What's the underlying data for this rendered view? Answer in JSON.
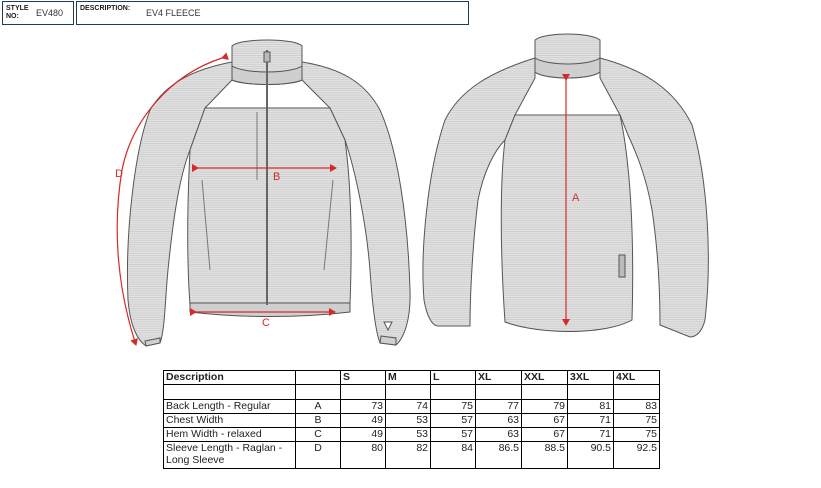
{
  "header": {
    "style_label": "STYLE NO:",
    "style_value": "EV480",
    "description_label": "DESCRIPTION:",
    "description_value": "EV4 FLEECE"
  },
  "measure_labels": {
    "a": "A",
    "b": "B",
    "c": "C",
    "d": "D"
  },
  "colors": {
    "measure": "#d42a2a",
    "garment_fill": "#dedede",
    "garment_stroke": "#555555"
  },
  "table": {
    "columns": [
      "Description",
      "",
      "S",
      "M",
      "L",
      "XL",
      "XXL",
      "3XL",
      "4XL"
    ],
    "rows": [
      {
        "desc": "Back Length - Regular",
        "code": "A",
        "values": [
          "73",
          "74",
          "75",
          "77",
          "79",
          "81",
          "83"
        ]
      },
      {
        "desc": "Chest Width",
        "code": "B",
        "values": [
          "49",
          "53",
          "57",
          "63",
          "67",
          "71",
          "75"
        ]
      },
      {
        "desc": "Hem Width - relaxed",
        "code": "C",
        "values": [
          "49",
          "53",
          "57",
          "63",
          "67",
          "71",
          "75"
        ]
      },
      {
        "desc": "Sleeve Length - Raglan - Long Sleeve",
        "code": "D",
        "values": [
          "80",
          "82",
          "84",
          "86.5",
          "88.5",
          "90.5",
          "92.5"
        ]
      }
    ]
  }
}
